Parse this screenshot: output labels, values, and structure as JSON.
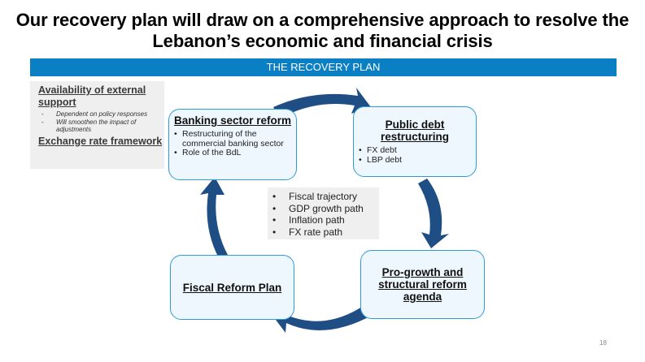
{
  "title": "Our recovery plan will draw on a comprehensive approach to resolve the Lebanon’s economic and financial crisis",
  "banner": "THE RECOVERY PLAN",
  "side_panel": {
    "heading1": "Availability of external support",
    "bullets": [
      "Dependent on policy responses",
      "Will smoothen the impact of adjustments"
    ],
    "heading2": "Exchange rate framework"
  },
  "cycle": {
    "banking": {
      "title": "Banking sector reform",
      "bullets": [
        "Restructuring of the commercial banking sector",
        "Role of the BdL"
      ]
    },
    "public_debt": {
      "title": "Public debt restructuring",
      "bullets": [
        "FX debt",
        "LBP debt"
      ]
    },
    "pro_growth": {
      "title": "Pro-growth and structural reform agenda"
    },
    "fiscal": {
      "title": "Fiscal Reform Plan"
    },
    "center_bullets": [
      "Fiscal trajectory",
      "GDP growth path",
      "Inflation path",
      "FX rate path"
    ],
    "arrow_color": "#1f4e85",
    "box_border_color": "#2f9bd6"
  },
  "page_number": "18"
}
